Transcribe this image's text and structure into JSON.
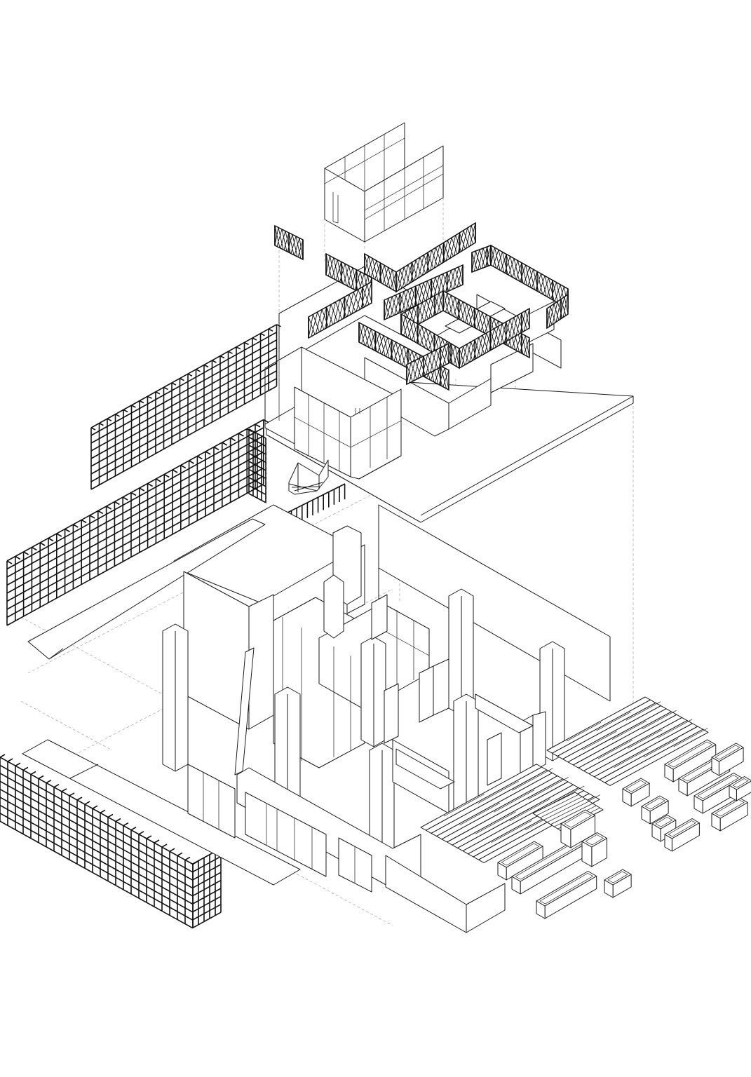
{
  "drawing": {
    "style": "exploded-axonometric-line-drawing",
    "background": "#ffffff",
    "line_color": "#1a1a1a",
    "projection_line_color": "#9a9a9a"
  },
  "components": [
    "roof-glass-pavilion",
    "upper-floor-slab",
    "lattice-balustrades",
    "upper-partition-cube",
    "left-screen-grid-upper",
    "left-screen-grid-middle",
    "left-screen-grid-lower",
    "small-stair",
    "mid-stair-railing",
    "ground-floor-massing",
    "columns",
    "glazed-rooms",
    "folding-panels",
    "stepped-seating",
    "modular-boxes",
    "ground-slab"
  ]
}
